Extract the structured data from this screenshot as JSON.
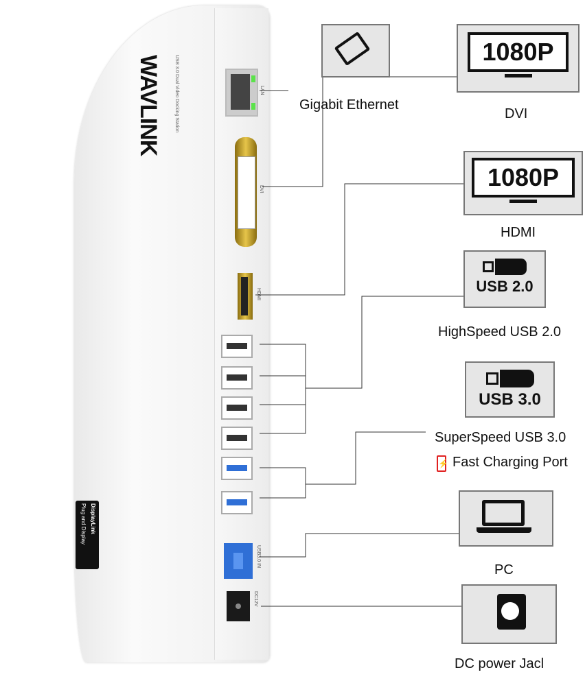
{
  "brand": "WAVLINK",
  "brand_sub": "USB 3.0 Dual Video Docking Station",
  "badge": {
    "title": "DisplayLink",
    "sub": "Plug and Display"
  },
  "ports": {
    "lan": "LAN",
    "dvi": "DVI",
    "hdmi": "HDMI",
    "usb_in": "USB3.0 IN",
    "dc": "DC12V"
  },
  "callouts": {
    "ethernet": "Gigabit Ethernet",
    "dvi_res": "1080P",
    "dvi": "DVI",
    "hdmi_res": "1080P",
    "hdmi": "HDMI",
    "usb2_icon": "USB 2.0",
    "usb2": "HighSpeed USB 2.0",
    "usb3_icon": "USB 3.0",
    "usb3": "SuperSpeed USB 3.0",
    "charging": "Fast Charging Port",
    "pc": "PC",
    "dc": "DC power Jacl"
  },
  "colors": {
    "usb3_blue": "#2f6fd6",
    "lan_led": "#5be34a",
    "gold": "#c9a520",
    "charging_red": "#e02020"
  }
}
